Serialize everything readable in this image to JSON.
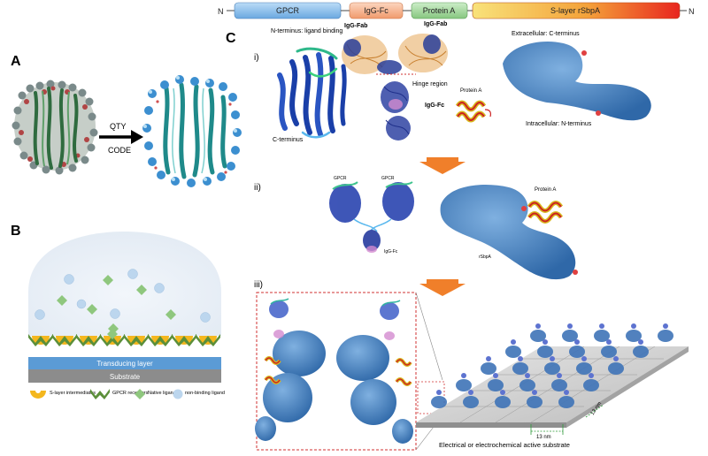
{
  "construct_bar": {
    "n_left": "N",
    "n_right": "N",
    "domains": [
      {
        "label": "GPCR",
        "color": "#7fb7e8"
      },
      {
        "label": "IgG-Fc",
        "color": "#f5b08a"
      },
      {
        "label": "Protein A",
        "color": "#9ed49a"
      },
      {
        "label": "S-layer rSbpA",
        "color": "#f29a3a"
      }
    ]
  },
  "panels": {
    "a": {
      "letter": "A",
      "arrow_line1": "QTY",
      "arrow_line2": "CODE"
    },
    "b": {
      "letter": "B",
      "transducing_layer": "Transducing layer",
      "substrate": "Substrate",
      "legend": {
        "slayer": "S-layer intermediates",
        "gpcr": "GPCR receptors",
        "native": "Native ligand",
        "nonbinding": "non-binding ligand"
      }
    },
    "c": {
      "letter": "C",
      "i": {
        "roman": "i)",
        "n_terminus": "N-terminus: ligand binding",
        "c_terminus": "C-terminus",
        "igg_fab_1": "IgG-Fab",
        "igg_fab_2": "IgG-Fab",
        "hinge": "Hinge region",
        "igg_fc": "IgG-Fc",
        "protein_a": "Protein A",
        "extracellular": "Extracellular: C-terminus",
        "intracellular": "Intracellular: N-terminus"
      },
      "ii": {
        "roman": "ii)",
        "gpcr_1": "GPCR",
        "gpcr_2": "GPCR",
        "igg_fc": "IgG-Fc",
        "protein_a": "Protein A",
        "rsbpa": "rSbpA"
      },
      "iii": {
        "roman": "iii)",
        "dim_1": "13 nm",
        "dim_2": "13 nm",
        "substrate_caption": "Electrical or electrochemical active substrate"
      }
    }
  },
  "colors": {
    "protein_blue": "#2a5fa0",
    "surface_blue": "#4a86c5",
    "arrow_orange": "#f07f2a",
    "dashed_red": "#d03030"
  }
}
